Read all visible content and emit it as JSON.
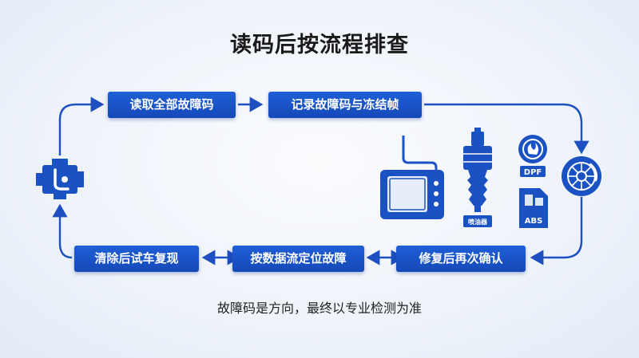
{
  "title": "读码后按流程排查",
  "steps": {
    "read_codes": "读取全部故障码",
    "record_codes": "记录故障码与冻结帧",
    "repair_confirm": "修复后再次确认",
    "data_stream": "按数据流定位故障",
    "clear_test": "清除后试车复现"
  },
  "illustrations": {
    "injector_label": "喷油器",
    "dpf_label": "DPF",
    "abs_label": "ABS"
  },
  "footer": "故障码是方向，最终以专业检测为准",
  "colors": {
    "primary": "#1a52c4",
    "arrow": "#1d4fc0",
    "background": "#eef3fa"
  },
  "icons": [
    "engine-icon",
    "scanner-icon",
    "injector-icon",
    "dpf-icon",
    "abs-module-icon",
    "brake-disc-icon"
  ]
}
